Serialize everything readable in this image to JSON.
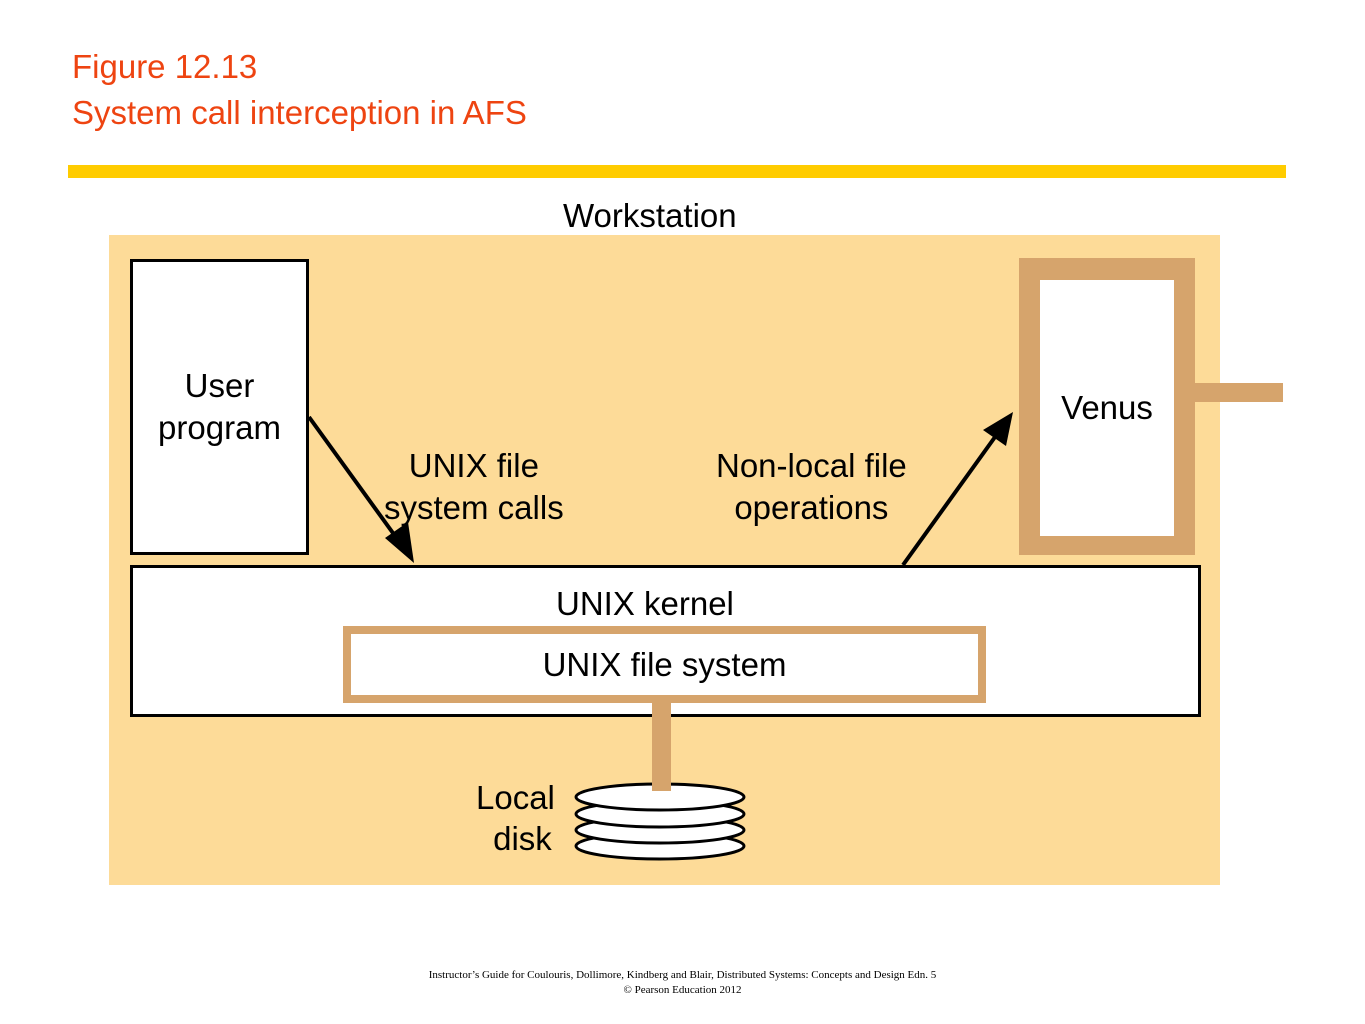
{
  "title": {
    "line1": "Figure 12.13",
    "line2": "System call interception in AFS"
  },
  "workstation": {
    "label": "Workstation"
  },
  "user_program": {
    "line1": "User",
    "line2": "program"
  },
  "venus": {
    "label": "Venus"
  },
  "kernel": {
    "label": "UNIX kernel"
  },
  "file_system": {
    "label": "UNIX file system"
  },
  "calls_label": {
    "line1": "UNIX file",
    "line2": "system calls"
  },
  "nonlocal_label": {
    "line1": "Non-local file",
    "line2": "operations"
  },
  "disk": {
    "line1": "Local",
    "line2": "disk"
  },
  "footer": {
    "line1": "Instructor’s Guide for  Coulouris, Dollimore,  Kindberg and Blair,  Distributed Systems: Concepts and Design   Edn. 5",
    "line2": "©  Pearson Education 2012"
  },
  "colors": {
    "title": "#ee4411",
    "rule": "#ffcc00",
    "workstation_fill": "#fddb98",
    "tan_border": "#d6a46c"
  }
}
